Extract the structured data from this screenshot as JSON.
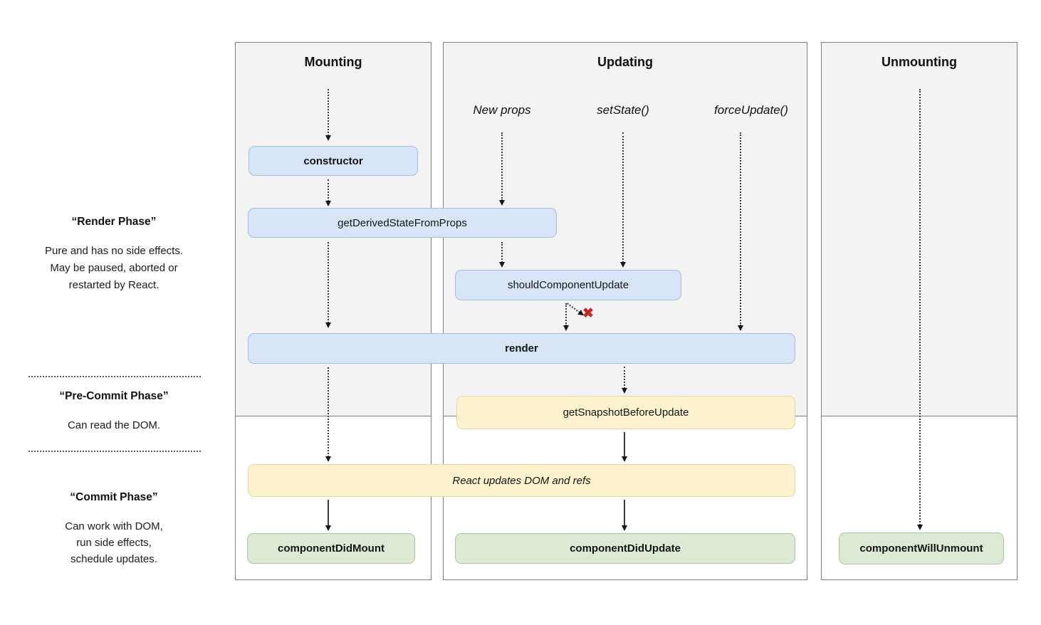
{
  "phases": {
    "render": {
      "title": "“Render Phase”",
      "lines": [
        "Pure and has no side effects.",
        "May be paused, aborted or",
        "restarted by React."
      ]
    },
    "pre_commit": {
      "title": "“Pre-Commit Phase”",
      "lines": [
        "Can read the DOM."
      ]
    },
    "commit": {
      "title": "“Commit Phase”",
      "lines": [
        "Can work with DOM,",
        "run side effects,",
        "schedule updates."
      ]
    }
  },
  "columns": {
    "mounting": {
      "title": "Mounting"
    },
    "updating": {
      "title": "Updating"
    },
    "unmounting": {
      "title": "Unmounting"
    }
  },
  "triggers": {
    "new_props": "New props",
    "set_state": "setState()",
    "force_update": "forceUpdate()"
  },
  "nodes": {
    "ctor": {
      "label": "constructor"
    },
    "get_derived_state_from_props": {
      "label": "getDerivedStateFromProps"
    },
    "should_component_update": {
      "label": "shouldComponentUpdate"
    },
    "render_fn": {
      "label": "render"
    },
    "get_snapshot_before_update": {
      "label": "getSnapshotBeforeUpdate"
    },
    "react_updates_dom": {
      "label": "React updates DOM and refs"
    },
    "component_did_mount": {
      "label": "componentDidMount"
    },
    "component_did_update": {
      "label": "componentDidUpdate"
    },
    "component_will_unmount": {
      "label": "componentWillUnmount"
    }
  },
  "marks": {
    "skip_cross": "✖"
  },
  "colors": {
    "render_phase_node_fill": "#d8e4f8",
    "render_phase_node_border": "#a6bddd",
    "pre_commit_node_fill": "#fcf2cd",
    "pre_commit_node_border": "#e5d7a3",
    "commit_node_fill": "#dcead5",
    "commit_node_border": "#a9c89c",
    "column_bg_top": "#f2f3f2",
    "column_bg_bottom": "#ffffff",
    "column_border": "#7f7f7f",
    "skip_cross_color": "#c5281c"
  }
}
